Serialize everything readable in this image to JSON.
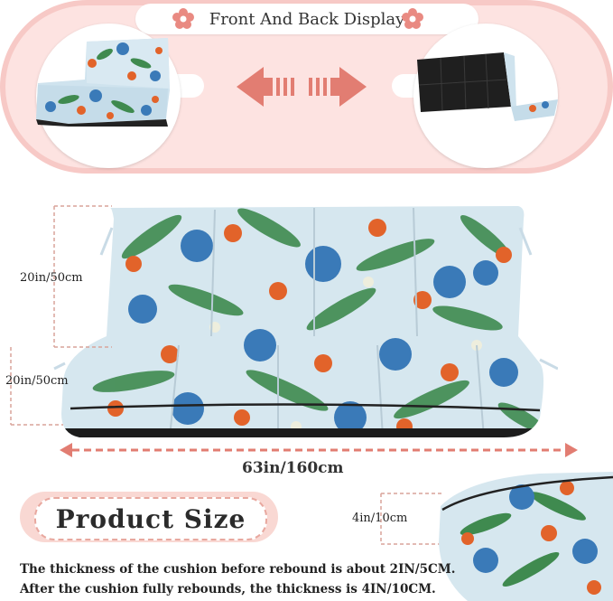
{
  "banner": {
    "title": "Front And Back Display"
  },
  "dimensions": {
    "back_height": "20in/50cm",
    "seat_depth": "20in/50cm",
    "width": "63in/160cm",
    "thickness": "4in/10cm"
  },
  "product_size": {
    "heading": "Product Size",
    "note_line1": "The thickness of the cushion before rebound is about 2IN/5CM.",
    "note_line2": "After the cushion fully rebounds, the thickness is 4IN/10CM."
  },
  "colors": {
    "banner_pink": "#f7c9c6",
    "arrow_salmon": "#e27d72",
    "leaf_green": "#3f8a4f",
    "leaf_blue": "#3a7ab8",
    "flower_orange": "#e2632a",
    "cushion_back": "#1f1f1f"
  }
}
